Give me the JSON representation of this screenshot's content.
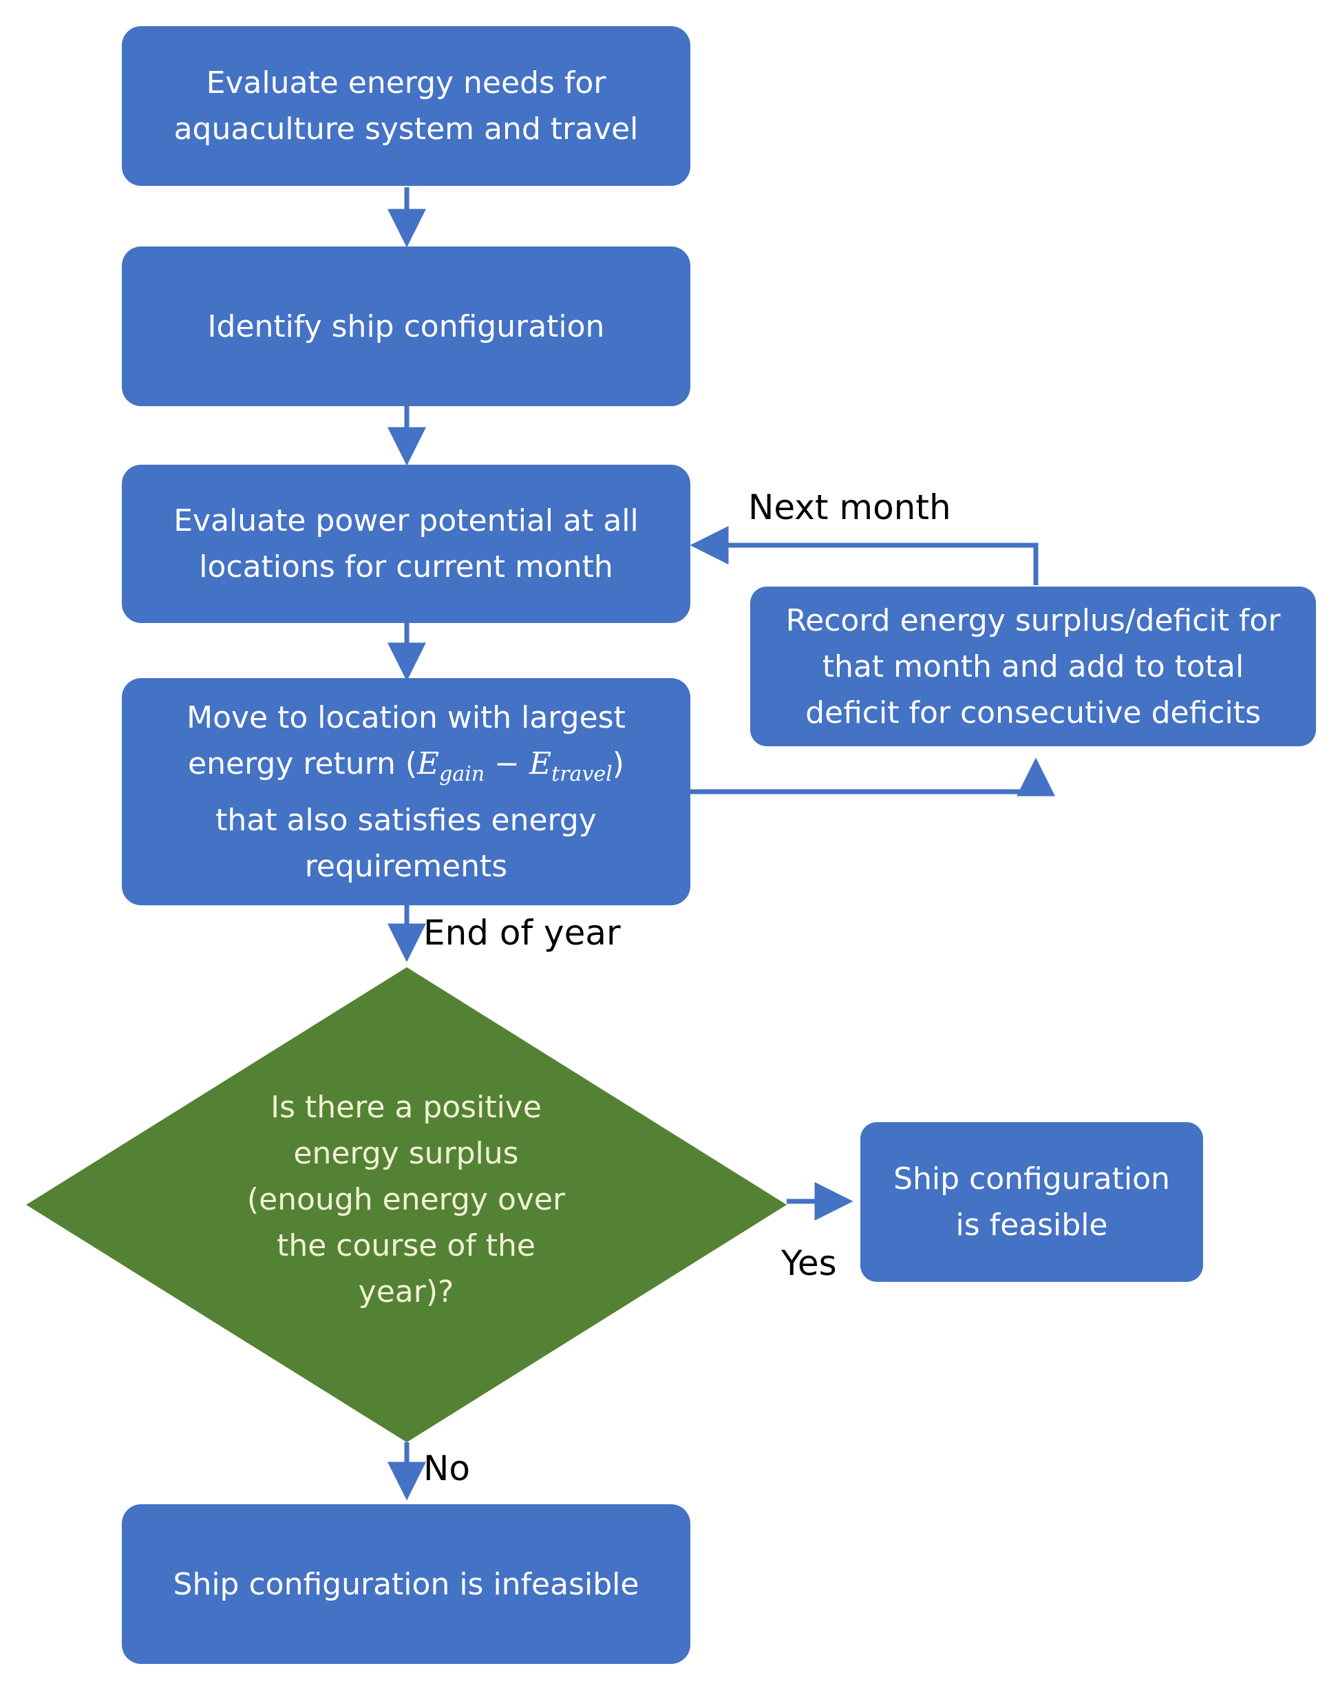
{
  "colors": {
    "process_fill": "#4472c4",
    "decision_fill": "#548235",
    "arrow": "#4472c4"
  },
  "nodes": {
    "evaluate_energy_needs": "Evaluate energy needs for\naquaculture system and travel",
    "identify_configuration": "Identify ship configuration",
    "evaluate_power_potential": "Evaluate power potential at all\nlocations for current month",
    "move_to_location": {
      "line1": "Move to location with largest",
      "prefix": "energy return (",
      "e_gain_base": "E",
      "e_gain_sub": "gain",
      "minus": " − ",
      "e_travel_base": "E",
      "e_travel_sub": "travel",
      "suffix": ")",
      "line3": "that also satisfies energy",
      "line4": "requirements"
    },
    "record_energy": "Record energy surplus/deficit for\nthat month and add to total\ndeficit for consecutive deficits",
    "decision": "Is there a positive\nenergy surplus\n(enough energy over\nthe course of the\nyear)?",
    "feasible": "Ship configuration\nis feasible",
    "infeasible": "Ship configuration is infeasible"
  },
  "edge_labels": {
    "next_month": "Next month",
    "end_of_year": "End of year",
    "yes": "Yes",
    "no": "No"
  }
}
